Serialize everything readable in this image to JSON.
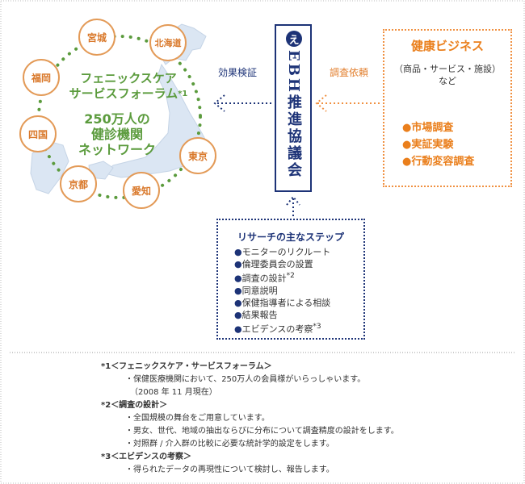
{
  "network": {
    "forum_title_line1": "フェニックスケア",
    "forum_title_line2": "サービスフォーラム",
    "forum_sup": "*1",
    "members_line1": "250万人の",
    "members_line2": "健診機関",
    "members_line3": "ネットワーク",
    "cities": [
      "宮城",
      "北海道",
      "福岡",
      "四国",
      "京都",
      "愛知",
      "東京"
    ]
  },
  "arrows": {
    "left_label": "効果検証",
    "right_label": "調査依頼"
  },
  "ebh": {
    "logo": "え",
    "title": "EBH推進協議会"
  },
  "business": {
    "title": "健康ビジネス",
    "sub_line1": "商品・サービス・施設",
    "sub_line2": "など",
    "items": [
      "●市場調査",
      "●実証実験",
      "●行動変容調査"
    ]
  },
  "steps": {
    "title": "リサーチの主なステップ",
    "items": [
      {
        "text": "モニターのリクルート",
        "sup": ""
      },
      {
        "text": "倫理委員会の設置",
        "sup": ""
      },
      {
        "text": "調査の設計",
        "sup": "*2"
      },
      {
        "text": "同意説明",
        "sup": ""
      },
      {
        "text": "保健指導者による相談",
        "sup": ""
      },
      {
        "text": "結果報告",
        "sup": ""
      },
      {
        "text": "エビデンスの考察",
        "sup": "*3"
      }
    ]
  },
  "notes": {
    "n1_head": "*1＜フェニックスケア・サービスフォーラム＞",
    "n1_line1": "・保健医療機関において、250万人の会員様がいらっしゃいます。",
    "n1_line2": "（2008 年 11 月現在）",
    "n2_head": "*2＜調査の設計＞",
    "n2_line1": "・全国規模の舞台をご用意しています。",
    "n2_line2": "・男女、世代、地域の抽出ならびに分布について調査精度の設計をします。",
    "n2_line3": "・対照群 / 介入群の比較に必要な統計学的設定をします。",
    "n3_head": "*3＜エビデンスの考察＞",
    "n3_line1": "・得られたデータの再現性について検討し、報告します。"
  },
  "colors": {
    "green": "#5b9b3d",
    "orange": "#ea7f1c",
    "navy": "#1d3377",
    "map": "#dbe6f3"
  }
}
